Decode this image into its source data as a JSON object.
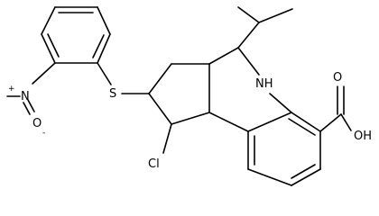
{
  "atom_labels": {
    "sulfur": "S",
    "nitro_nitrogen": "N",
    "nitro_oxygen": "O",
    "amine": "NH",
    "chlorine": "Cl",
    "hydroxyl": "OH",
    "carbonyl_oxygen": "O"
  },
  "charges": {
    "nitrogen_plus": "+",
    "oxygen_minus": "-"
  }
}
